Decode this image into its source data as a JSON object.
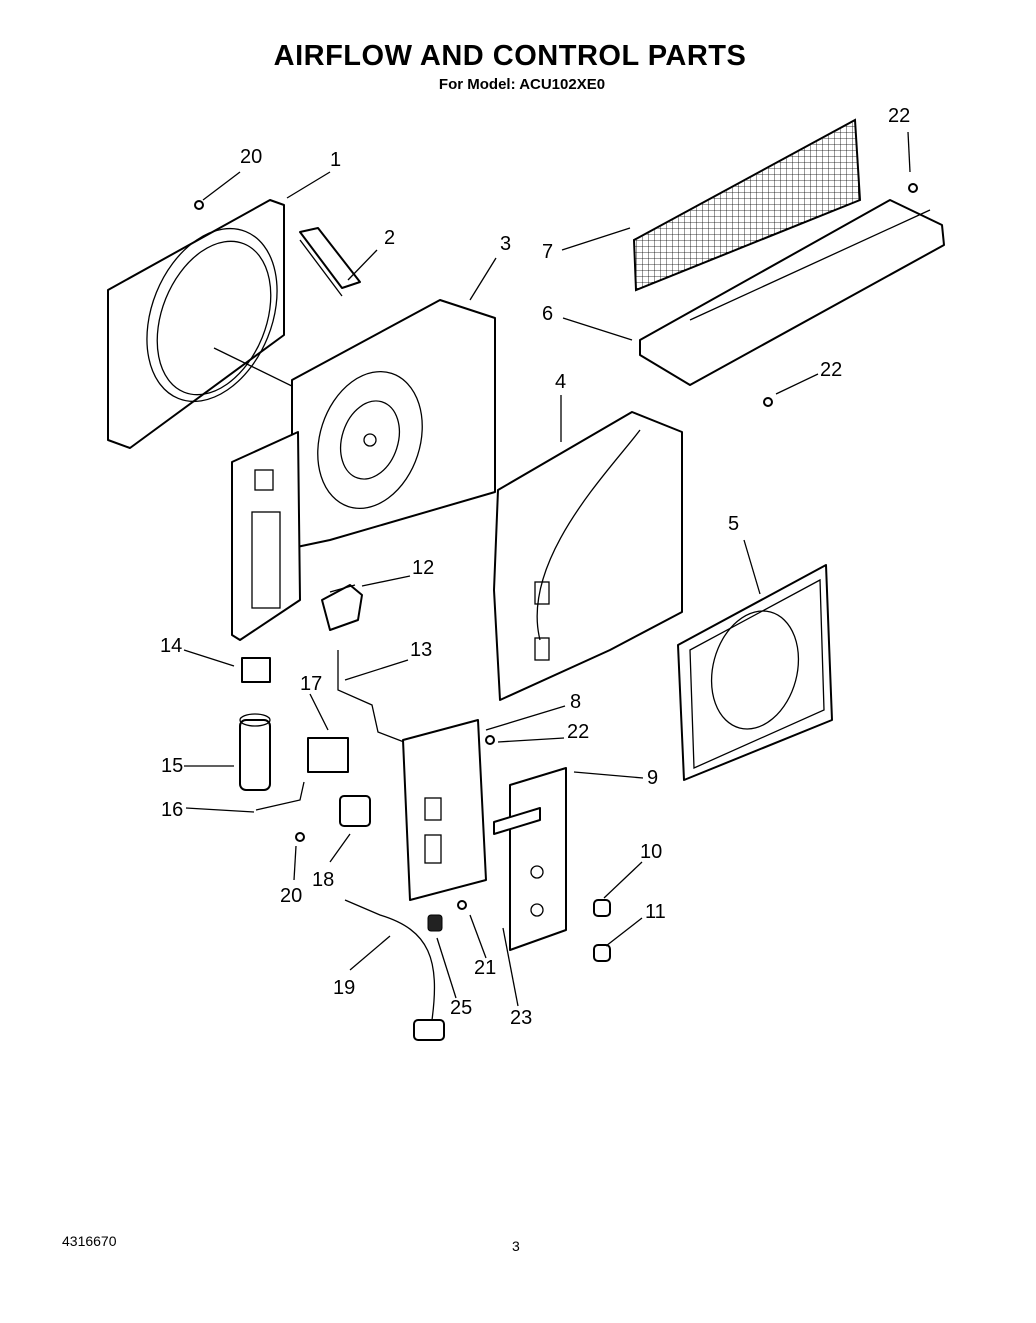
{
  "title": "AIRFLOW AND CONTROL PARTS",
  "subtitle": "For Model: ACU102XE0",
  "footer": {
    "doc_number": "4316670",
    "page_number": "3"
  },
  "callouts": [
    "20",
    "1",
    "2",
    "3",
    "22",
    "7",
    "6",
    "22",
    "4",
    "5",
    "12",
    "13",
    "14",
    "17",
    "8",
    "22",
    "15",
    "9",
    "16",
    "10",
    "18",
    "20",
    "11",
    "21",
    "19",
    "25",
    "23"
  ]
}
